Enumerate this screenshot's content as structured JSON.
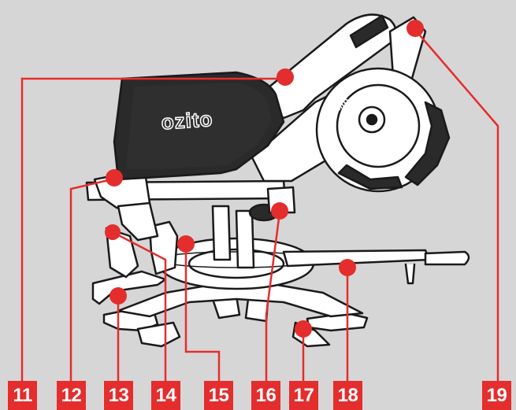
{
  "brand_logo": "ozito",
  "callouts": [
    {
      "number": "11"
    },
    {
      "number": "12"
    },
    {
      "number": "13"
    },
    {
      "number": "14"
    },
    {
      "number": "15"
    },
    {
      "number": "16"
    },
    {
      "number": "17"
    },
    {
      "number": "18"
    },
    {
      "number": "19"
    }
  ],
  "colors": {
    "background": "#d6d6d6",
    "callout_red": "#e42d2d",
    "outline": "#1a1a1a",
    "body_fill": "#ffffff",
    "guard_fill": "#2a2a2a"
  }
}
